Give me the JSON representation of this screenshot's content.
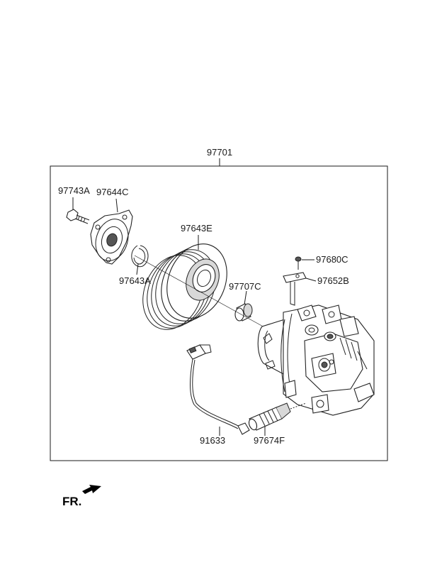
{
  "assembly": {
    "part_number": "97701"
  },
  "parts": {
    "bolt": "97743A",
    "clutch_hub": "97644C",
    "snap_ring": "97643A",
    "pulley": "97643E",
    "coil": "97707C",
    "screw": "97680C",
    "bracket": "97652B",
    "wire_harness": "91633",
    "pressure_valve": "97674F"
  },
  "orientation": {
    "label": "FR."
  }
}
